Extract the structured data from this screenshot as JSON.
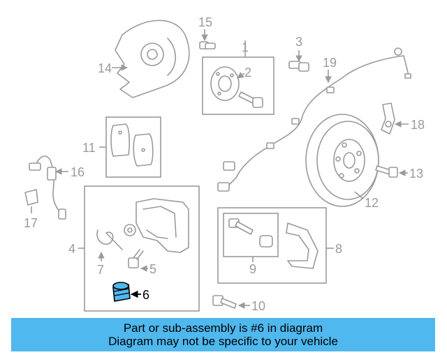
{
  "callouts": {
    "n1": "1",
    "n2": "2",
    "n3": "3",
    "n4": "4",
    "n5": "5",
    "n6": "6",
    "n7": "7",
    "n8": "8",
    "n9": "9",
    "n10": "10",
    "n11": "11",
    "n12": "12",
    "n13": "13",
    "n14": "14",
    "n15": "15",
    "n16": "16",
    "n17": "17",
    "n18": "18",
    "n19": "19"
  },
  "highlighted_part": "6",
  "colors": {
    "line_gray": "#9a9a9a",
    "highlight_part": "#4fb8ee",
    "banner_bg": "#4fb8ee"
  },
  "banner": {
    "line1": "Part or sub-assembly is #6 in diagram",
    "line2": "Diagram may not be specific to your vehicle"
  }
}
